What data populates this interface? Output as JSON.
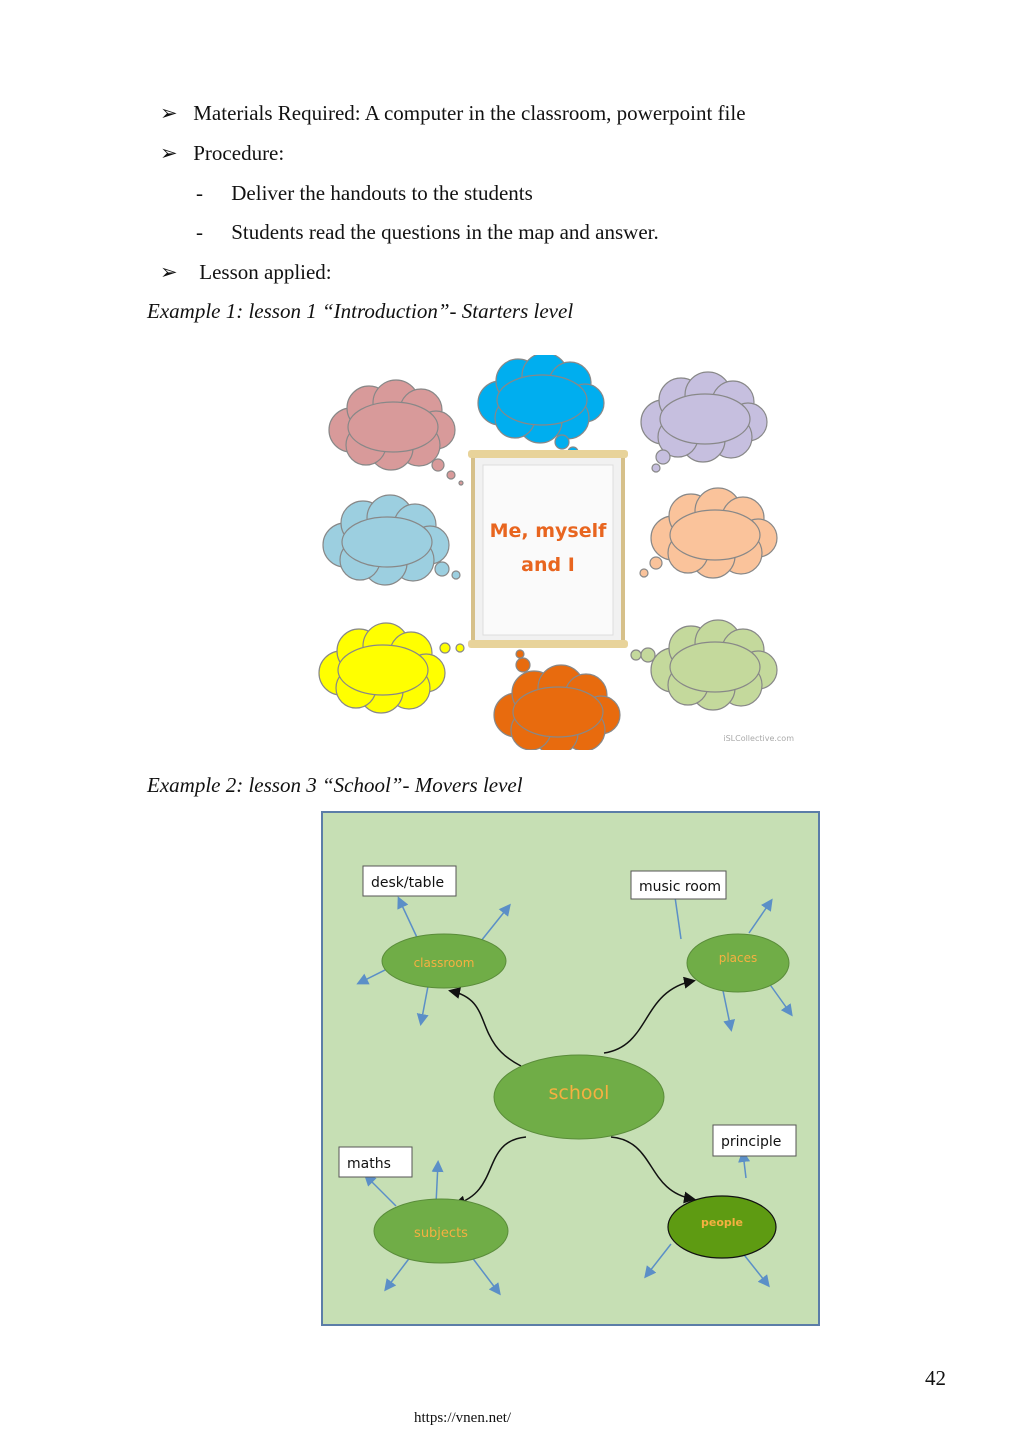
{
  "bullets": {
    "materials": "Materials Required: A computer in the classroom, powerpoint file",
    "procedure": "Procedure:",
    "step1": "Deliver the handouts to the students",
    "step2": "Students read the questions in the map and answer.",
    "lesson": "Lesson applied:"
  },
  "glyphs": {
    "arrow_bullet": "➢",
    "dash": "-"
  },
  "example1": {
    "caption": "Example 1: lesson 1 “Introduction”- Starters level",
    "center_text_line1": "Me, myself",
    "center_text_line2": "and I",
    "watermark": "iSLCollective.com",
    "cloud_colors": [
      "#d89a9a",
      "#00aeef",
      "#c6bfdf",
      "#9ccfe0",
      "#fac39b",
      "#ffff00",
      "#e86b0e",
      "#c4d99c"
    ]
  },
  "example2": {
    "caption": "Example 2: lesson 3 “School”- Movers level",
    "center": "school",
    "branches": [
      "classroom",
      "places",
      "subjects",
      "people"
    ],
    "labels": [
      "desk/table",
      "music room",
      "maths",
      "principle"
    ],
    "colors": {
      "background": "#c6dfb4",
      "node": "#70ad47",
      "people_node": "#5e9b12",
      "node_text": "#f5b041",
      "arrow": "#5b8fc7"
    }
  },
  "page_number": "42",
  "footer_url": "https://vnen.net/"
}
